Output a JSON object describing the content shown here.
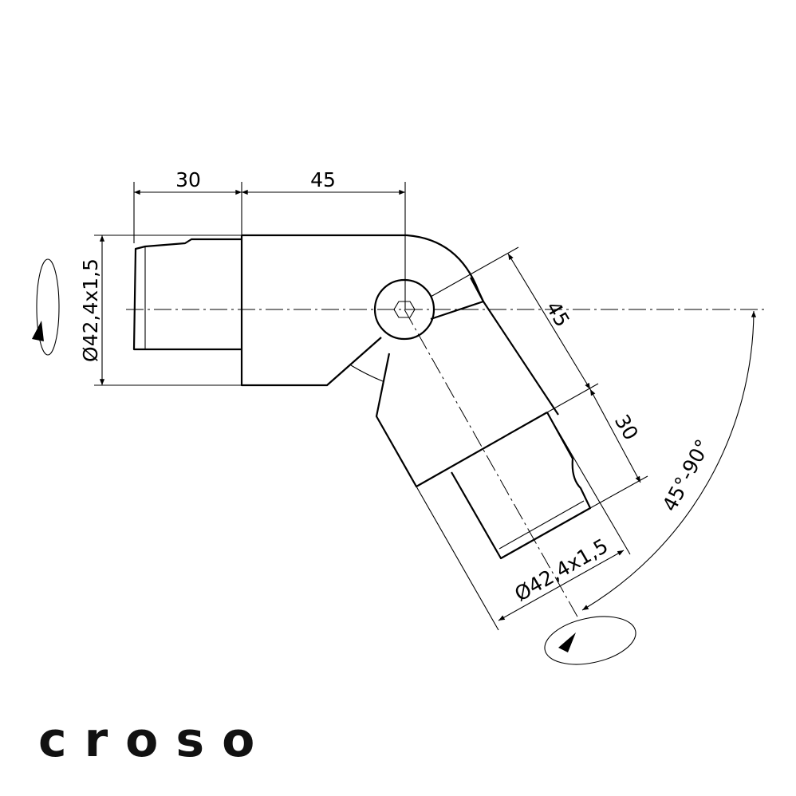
{
  "drawing": {
    "dimensions": {
      "top_length_1": "30",
      "top_length_2": "45",
      "left_diameter": "Ø42,4x1,5",
      "arm_length_1": "45",
      "arm_length_2": "30",
      "arm_diameter": "Ø42,4x1,5",
      "angle_range": "45°-90°"
    }
  },
  "brand": {
    "logo": "croso"
  }
}
